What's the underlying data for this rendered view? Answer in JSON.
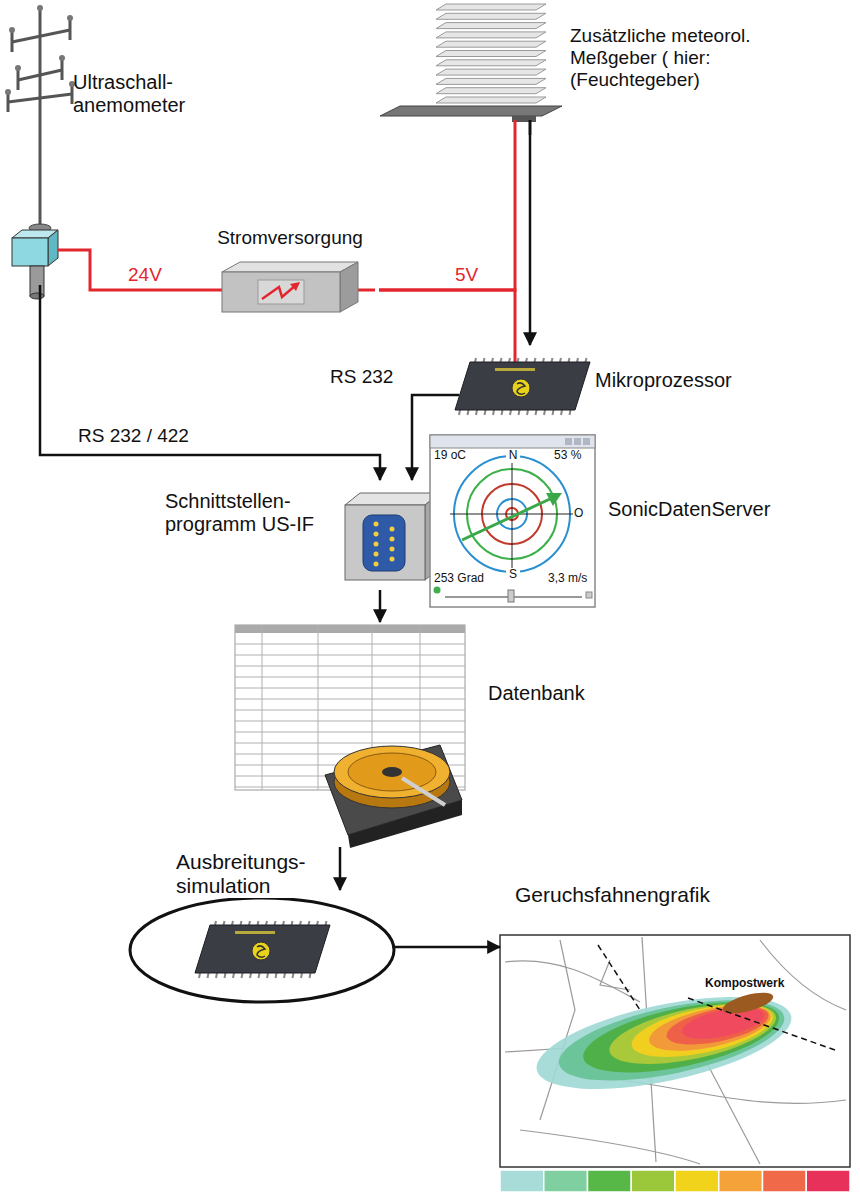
{
  "diagram": {
    "nodes": [
      {
        "text": [
          "Ultraschall- anemometer"
        ]
      },
      {
        "text": [
          "Zusätzliche meteorol. Meßgeber ( hier: (Feuchtegeber)"
        ]
      },
      {
        "text": [
          "Stromversorgung"
        ]
      },
      {
        "text": [
          "Mikroprozessor"
        ]
      },
      {
        "text": [
          "Schnittstellen- programm US-IF"
        ]
      },
      {
        "text": [
          "SonicDatenServer",
          "19 oC",
          "53 %",
          "N",
          "O",
          "S",
          "253 Grad",
          "3,3 m/s"
        ]
      },
      {
        "text": [
          "Datenbank"
        ]
      },
      {
        "text": [
          "Ausbreitungs- simulation"
        ]
      },
      {
        "text": [
          "Geruchsfahnengrafik",
          "Kompostwerk"
        ]
      }
    ],
    "edges": [
      {
        "from": 0,
        "to": 2,
        "label": "24V",
        "arrow": "none"
      },
      {
        "from": 2,
        "to": 1,
        "label": "5V",
        "arrow": "none"
      },
      {
        "from": 2,
        "to": 3,
        "arrow": "none"
      },
      {
        "from": 1,
        "to": 3,
        "arrow": "to"
      },
      {
        "from": 0,
        "to": 4,
        "label": "RS 232 / 422",
        "arrow": "to"
      },
      {
        "from": 3,
        "to": 4,
        "label": "RS 232",
        "arrow": "to"
      },
      {
        "from": 4,
        "to": 6,
        "arrow": "to"
      },
      {
        "from": 6,
        "to": 7,
        "arrow": "to"
      },
      {
        "from": 7,
        "to": 8,
        "arrow": "to"
      }
    ]
  }
}
